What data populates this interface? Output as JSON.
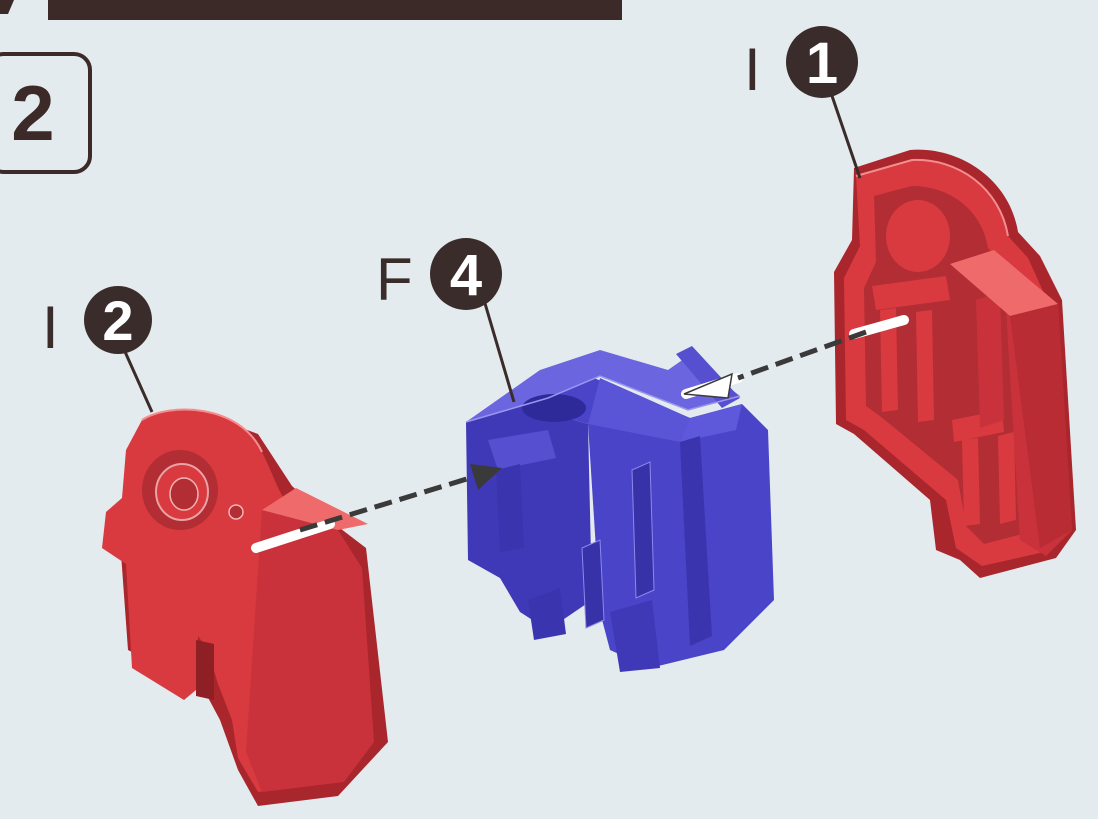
{
  "step_number": "2",
  "colors": {
    "background": "#e4ebee",
    "header_bar": "#3b2a28",
    "red_part": "#d93a3f",
    "red_shadow": "#a9262c",
    "red_light": "#ef6a6b",
    "blue_part": "#4a44c8",
    "blue_shadow": "#2e2a9a",
    "blue_light": "#6b66e0",
    "badge": "#3a2c2a",
    "badge_text": "#ffffff",
    "arrow": "#3a3a3a"
  },
  "parts": [
    {
      "sprue": "I",
      "number": "1",
      "color": "red"
    },
    {
      "sprue": "I",
      "number": "2",
      "color": "red"
    },
    {
      "sprue": "F",
      "number": "4",
      "color": "blue"
    }
  ]
}
